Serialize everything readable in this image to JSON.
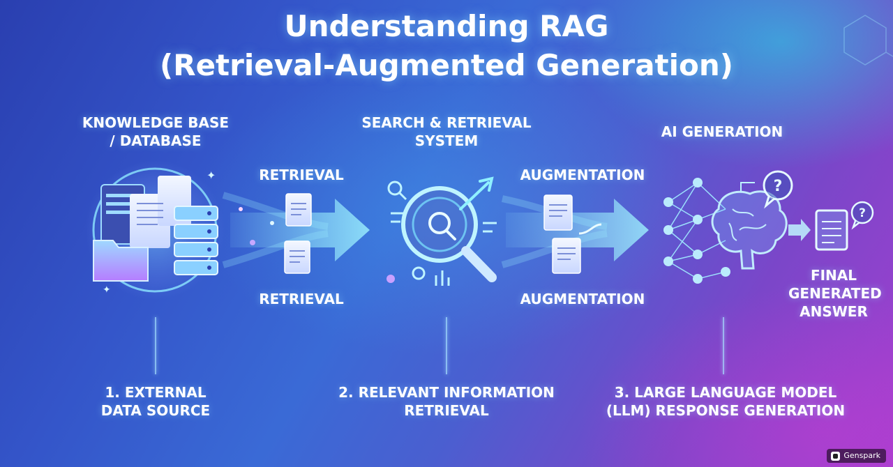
{
  "title": {
    "line1": "Understanding RAG",
    "line2": "(Retrieval-Augmented Generation)"
  },
  "stages": {
    "knowledge_base": {
      "line1": "KNOWLEDGE BASE",
      "line2": "/ DATABASE"
    },
    "search": {
      "line1": "SEARCH & RETRIEVAL",
      "line2": "SYSTEM"
    },
    "ai_generation": "AI GENERATION"
  },
  "flow_labels": {
    "retrieval_top": "RETRIEVAL",
    "retrieval_bottom": "RETRIEVAL",
    "augmentation_top": "AUGMENTATION",
    "augmentation_bottom": "AUGMENTATION"
  },
  "final_answer": {
    "line1": "FINAL",
    "line2": "GENERATED",
    "line3": "ANSWER"
  },
  "steps": {
    "step1": {
      "line1": "1. EXTERNAL",
      "line2": "DATA SOURCE"
    },
    "step2": {
      "line1": "2. RELEVANT INFORMATION",
      "line2": "RETRIEVAL"
    },
    "step3": {
      "line1": "3. LARGE LANGUAGE MODEL",
      "line2": "(LLM) RESPONSE GENERATION"
    }
  },
  "brand": "Genspark",
  "icons": {
    "knowledge_base": "database-folder-icon",
    "search": "magnifier-icon",
    "brain": "brain-network-icon",
    "question": "question-bubble-icon",
    "document": "document-icon"
  },
  "colors": {
    "accent_cyan": "#6ef2ff",
    "line_glow": "#9fe8ff",
    "bg_blue": "#3455c9",
    "bg_magenta": "#a33fcf"
  }
}
